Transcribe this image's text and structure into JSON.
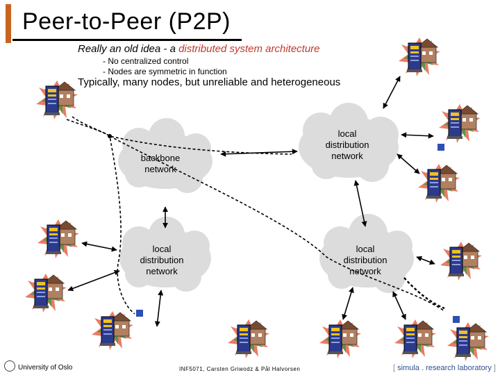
{
  "title": "Peer-to-Peer (P2P)",
  "intro": {
    "prefix": "Really an old idea - a ",
    "highlight": "distributed system architecture"
  },
  "bullets": [
    "- No centralized control",
    "- Nodes are symmetric in function"
  ],
  "typically": "Typically, many nodes, but unreliable and heterogeneous",
  "clouds": {
    "backbone": [
      "backbone",
      "network"
    ],
    "local_top_right": [
      "local",
      "distribution",
      "network"
    ],
    "local_bottom_left": [
      "local",
      "distribution",
      "network"
    ],
    "local_bottom_right": [
      "local",
      "distribution",
      "network"
    ]
  },
  "footer": {
    "university": "University of Oslo",
    "course": "INF5071, Carsten Griwodz & Pål Halvorsen",
    "simula_open": "[",
    "simula_name": "simula . research laboratory",
    "simula_close": "]"
  },
  "colors": {
    "accent_bar": "#c8641e",
    "highlight_text": "#c0392b",
    "cloud_fill": "#dcdcdc",
    "computer_body": "#2c3a8c",
    "house": "#b08060",
    "router_square": "#2e4fb5"
  },
  "icons": {
    "node": "computer-house-icon",
    "router": "router-square-icon"
  }
}
